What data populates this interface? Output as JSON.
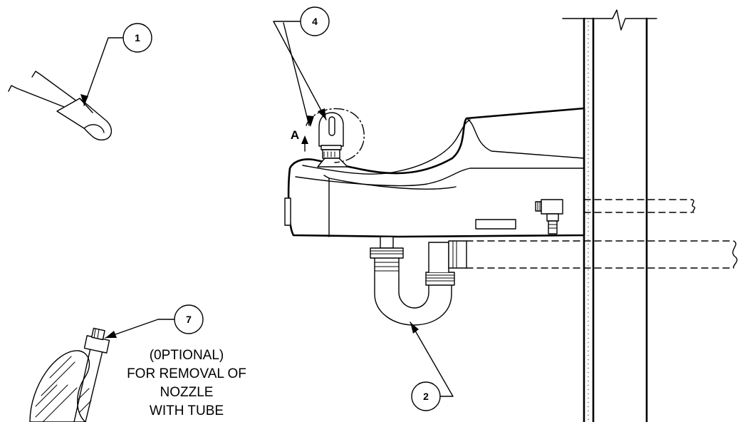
{
  "callouts": [
    {
      "id": "1",
      "label": "1"
    },
    {
      "id": "2",
      "label": "2"
    },
    {
      "id": "4",
      "label": "4"
    },
    {
      "id": "7",
      "label": "7"
    }
  ],
  "section_label": "A",
  "note": {
    "line1": "(0PTIONAL)",
    "line2": "FOR REMOVAL OF",
    "line3": "NOZZLE",
    "line4": "WITH TUBE"
  },
  "line_color": "#000000",
  "background_color": "#ffffff"
}
